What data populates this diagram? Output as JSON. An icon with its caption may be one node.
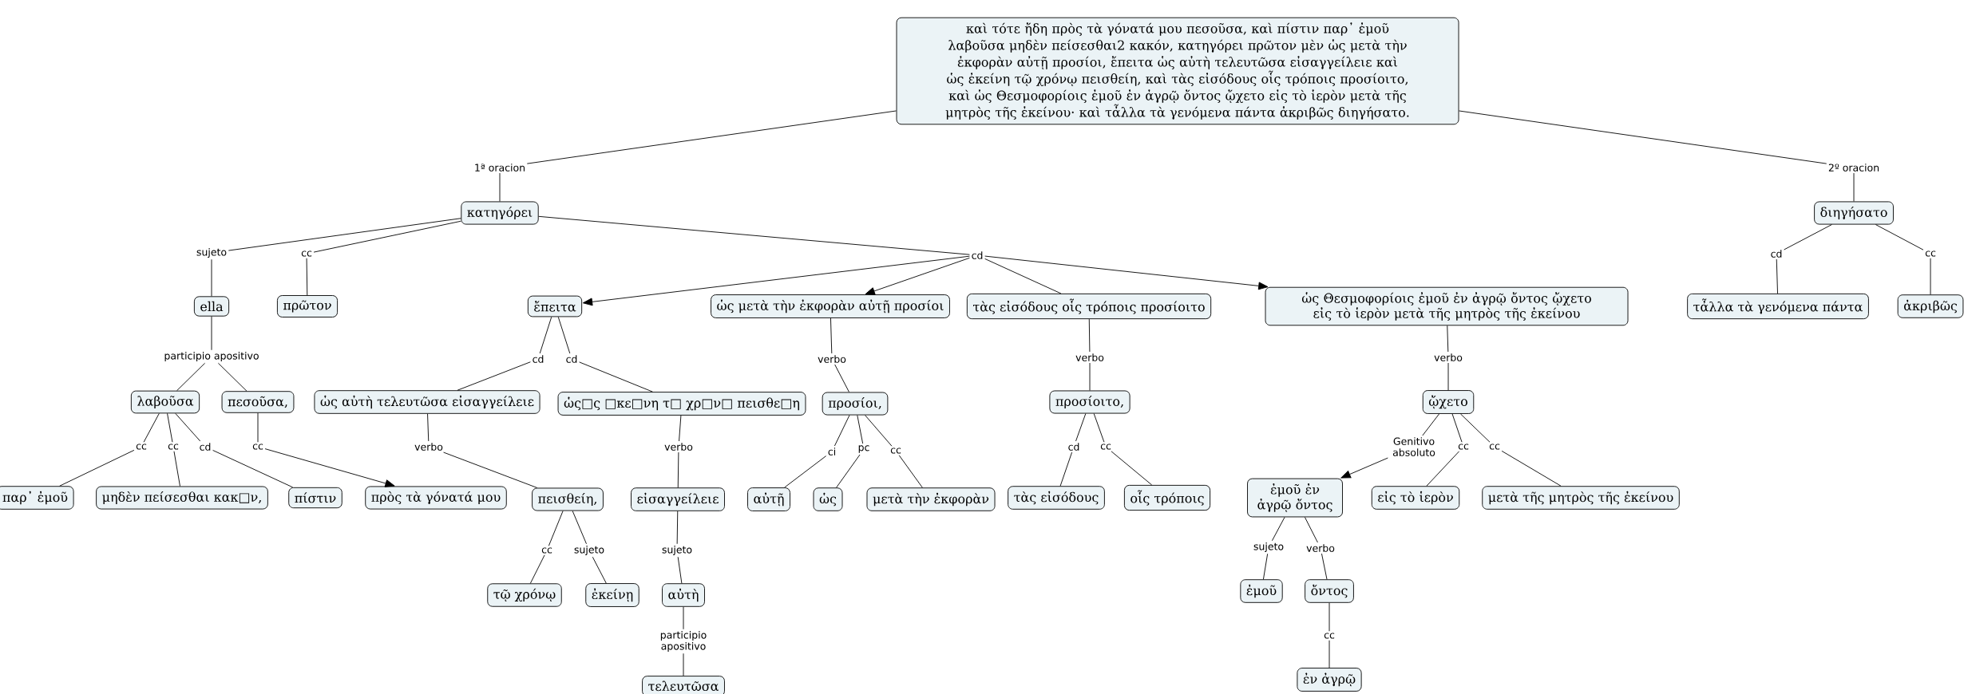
{
  "diagram": {
    "nodes": [
      {
        "text": [
          "καὶ τότε ἤδη πρὸς τὰ γόνατά μου πεσοῦσα, καὶ πίστιν παρ᾽ ἐμοῦ λαβοῦσα μηδὲν πείσεσθαι2 κακόν, κατηγόρει πρῶτον μὲν ὡς μετὰ τὴν ἐκφορὰν αὐτῇ προσίοι, ἔπειτα ὡς αὐτὴ τελευτῶσα εἰσαγγείλειε καὶ ὡς ἐκείνη τῷ χρόνῳ πεισθείη, καὶ τὰς εἰσόδους οἷς τρόποις προσίοιτο, καὶ ὡς Θεσμοφορίοις ἐμοῦ ἐν ἀγρῷ ὄντος ᾤχετο εἰς τὸ ἱερὸν μετὰ τῆς μητρὸς τῆς ἐκείνου· καὶ τἆλλα τὰ γενόμενα πάντα ἀκριβῶς διηγήσατο."
        ]
      },
      {
        "text": [
          "1ª oracion"
        ]
      },
      {
        "text": [
          "2º oracion"
        ]
      },
      {
        "text": [
          "κατηγόρει"
        ]
      },
      {
        "text": [
          "διηγήσατο"
        ]
      },
      {
        "text": [
          "sujeto"
        ]
      },
      {
        "text": [
          "cc"
        ]
      },
      {
        "text": [
          "cd"
        ]
      },
      {
        "text": [
          "cd"
        ]
      },
      {
        "text": [
          "cc"
        ]
      },
      {
        "text": [
          "ella"
        ]
      },
      {
        "text": [
          "πρῶτον"
        ]
      },
      {
        "text": [
          "ἔπειτα"
        ]
      },
      {
        "text": [
          "ὡς μετὰ τὴν ἐκφορὰν αὐτῇ προσίοι"
        ]
      },
      {
        "text": [
          "τὰς εἰσόδους οἷς τρόποις προσίοιτο"
        ]
      },
      {
        "text": [
          "ὡς Θεσμοφορίοις ἐμοῦ ἐν ἀγρῷ ὄντος ᾤχετο εἰς τὸ ἱερὸν μετὰ τῆς μητρὸς τῆς ἐκείνου"
        ]
      },
      {
        "text": [
          "τἆλλα τὰ γενόμενα πάντα"
        ]
      },
      {
        "text": [
          "ἀκριβῶς"
        ]
      },
      {
        "text": [
          "participio apositivo"
        ]
      },
      {
        "text": [
          "cd"
        ]
      },
      {
        "text": [
          "cd"
        ]
      },
      {
        "text": [
          "verbo"
        ]
      },
      {
        "text": [
          "verbo"
        ]
      },
      {
        "text": [
          "verbo"
        ]
      },
      {
        "text": [
          "λαβοῦσα"
        ]
      },
      {
        "text": [
          "πεσοῦσα,"
        ]
      },
      {
        "text": [
          "ὡς αὐτὴ τελευτῶσα εἰσαγγείλειε"
        ]
      },
      {
        "text": [
          "ὡς□ς □κε□νη τ□ χρ□ν□ πεισθε□η"
        ]
      },
      {
        "text": [
          "προσίοι,"
        ]
      },
      {
        "text": [
          "προσίοιτο,"
        ]
      },
      {
        "text": [
          "ᾤχετο"
        ]
      },
      {
        "text": [
          "cc"
        ]
      },
      {
        "text": [
          "cc"
        ]
      },
      {
        "text": [
          "cd"
        ]
      },
      {
        "text": [
          "cc"
        ]
      },
      {
        "text": [
          "verbo"
        ]
      },
      {
        "text": [
          "verbo"
        ]
      },
      {
        "text": [
          "ci"
        ]
      },
      {
        "text": [
          "pc"
        ]
      },
      {
        "text": [
          "cc"
        ]
      },
      {
        "text": [
          "cd"
        ]
      },
      {
        "text": [
          "cc"
        ]
      },
      {
        "text": [
          "Genitivo absoluto"
        ]
      },
      {
        "text": [
          "cc"
        ]
      },
      {
        "text": [
          "cc"
        ]
      },
      {
        "text": [
          "παρ᾽ ἐμοῦ"
        ]
      },
      {
        "text": [
          "μηδὲν πείσεσθαι κακ□ν,"
        ]
      },
      {
        "text": [
          "πίστιν"
        ]
      },
      {
        "text": [
          "πρὸς τὰ γόνατά μου"
        ]
      },
      {
        "text": [
          "πεισθείη,"
        ]
      },
      {
        "text": [
          "εἰσαγγείλειε"
        ]
      },
      {
        "text": [
          "αὐτῇ"
        ]
      },
      {
        "text": [
          "ὡς"
        ]
      },
      {
        "text": [
          "μετὰ τὴν ἐκφορὰν"
        ]
      },
      {
        "text": [
          "τὰς εἰσόδους"
        ]
      },
      {
        "text": [
          "οἷς τρόποις"
        ]
      },
      {
        "text": [
          "ἐμοῦ ἐν ἀγρῷ ὄντος"
        ]
      },
      {
        "text": [
          "εἰς τὸ ἱερὸν"
        ]
      },
      {
        "text": [
          "μετὰ τῆς μητρὸς τῆς ἐκείνου"
        ]
      },
      {
        "text": [
          "cc"
        ]
      },
      {
        "text": [
          "sujeto"
        ]
      },
      {
        "text": [
          "sujeto"
        ]
      },
      {
        "text": [
          "sujeto"
        ]
      },
      {
        "text": [
          "verbo"
        ]
      },
      {
        "text": [
          "τῷ χρόνῳ"
        ]
      },
      {
        "text": [
          "ἐκείνῃ"
        ]
      },
      {
        "text": [
          "αὐτὴ"
        ]
      },
      {
        "text": [
          "ἐμοῦ"
        ]
      },
      {
        "text": [
          "ὄντος"
        ]
      },
      {
        "text": [
          "participio apositivo"
        ]
      },
      {
        "text": [
          "cc"
        ]
      },
      {
        "text": [
          "τελευτῶσα"
        ]
      },
      {
        "text": [
          "ἐν ἀγρῷ"
        ]
      }
    ],
    "edges": [
      {
        "from": 0,
        "to": 1,
        "arrow": "none"
      },
      {
        "from": 0,
        "to": 2,
        "arrow": "none"
      },
      {
        "from": 1,
        "to": 3,
        "arrow": "none"
      },
      {
        "from": 2,
        "to": 4,
        "arrow": "none"
      },
      {
        "from": 3,
        "to": 5,
        "arrow": "none"
      },
      {
        "from": 3,
        "to": 6,
        "arrow": "none"
      },
      {
        "from": 3,
        "to": 7,
        "arrow": "none"
      },
      {
        "from": 5,
        "to": 10,
        "arrow": "none"
      },
      {
        "from": 6,
        "to": 11,
        "arrow": "none"
      },
      {
        "from": 7,
        "to": 12,
        "arrow": "to"
      },
      {
        "from": 7,
        "to": 13,
        "arrow": "to"
      },
      {
        "from": 7,
        "to": 14,
        "arrow": "none"
      },
      {
        "from": 7,
        "to": 15,
        "arrow": "to"
      },
      {
        "from": 4,
        "to": 8,
        "arrow": "none"
      },
      {
        "from": 4,
        "to": 9,
        "arrow": "none"
      },
      {
        "from": 8,
        "to": 16,
        "arrow": "none"
      },
      {
        "from": 9,
        "to": 17,
        "arrow": "none"
      },
      {
        "from": 10,
        "to": 18,
        "arrow": "none"
      },
      {
        "from": 18,
        "to": 24,
        "arrow": "none"
      },
      {
        "from": 18,
        "to": 25,
        "arrow": "none"
      },
      {
        "from": 12,
        "to": 19,
        "arrow": "none"
      },
      {
        "from": 12,
        "to": 20,
        "arrow": "none"
      },
      {
        "from": 19,
        "to": 26,
        "arrow": "none"
      },
      {
        "from": 20,
        "to": 27,
        "arrow": "none"
      },
      {
        "from": 13,
        "to": 21,
        "arrow": "none"
      },
      {
        "from": 21,
        "to": 28,
        "arrow": "none"
      },
      {
        "from": 14,
        "to": 22,
        "arrow": "none"
      },
      {
        "from": 22,
        "to": 29,
        "arrow": "none"
      },
      {
        "from": 15,
        "to": 23,
        "arrow": "none"
      },
      {
        "from": 23,
        "to": 30,
        "arrow": "none"
      },
      {
        "from": 24,
        "to": 31,
        "arrow": "none"
      },
      {
        "from": 24,
        "to": 32,
        "arrow": "none"
      },
      {
        "from": 24,
        "to": 33,
        "arrow": "none"
      },
      {
        "from": 31,
        "to": 45,
        "arrow": "none"
      },
      {
        "from": 32,
        "to": 46,
        "arrow": "none"
      },
      {
        "from": 33,
        "to": 47,
        "arrow": "none"
      },
      {
        "from": 25,
        "to": 34,
        "arrow": "none"
      },
      {
        "from": 34,
        "to": 48,
        "arrow": "to"
      },
      {
        "from": 26,
        "to": 35,
        "arrow": "none"
      },
      {
        "from": 35,
        "to": 49,
        "arrow": "none"
      },
      {
        "from": 27,
        "to": 36,
        "arrow": "none"
      },
      {
        "from": 36,
        "to": 50,
        "arrow": "none"
      },
      {
        "from": 28,
        "to": 37,
        "arrow": "none"
      },
      {
        "from": 28,
        "to": 38,
        "arrow": "none"
      },
      {
        "from": 28,
        "to": 39,
        "arrow": "none"
      },
      {
        "from": 37,
        "to": 51,
        "arrow": "none"
      },
      {
        "from": 38,
        "to": 52,
        "arrow": "none"
      },
      {
        "from": 39,
        "to": 53,
        "arrow": "none"
      },
      {
        "from": 29,
        "to": 40,
        "arrow": "none"
      },
      {
        "from": 29,
        "to": 41,
        "arrow": "none"
      },
      {
        "from": 40,
        "to": 54,
        "arrow": "none"
      },
      {
        "from": 41,
        "to": 55,
        "arrow": "none"
      },
      {
        "from": 30,
        "to": 42,
        "arrow": "none"
      },
      {
        "from": 30,
        "to": 43,
        "arrow": "none"
      },
      {
        "from": 30,
        "to": 44,
        "arrow": "none"
      },
      {
        "from": 42,
        "to": 56,
        "arrow": "to"
      },
      {
        "from": 43,
        "to": 57,
        "arrow": "none"
      },
      {
        "from": 44,
        "to": 58,
        "arrow": "none"
      },
      {
        "from": 49,
        "to": 59,
        "arrow": "none"
      },
      {
        "from": 49,
        "to": 60,
        "arrow": "none"
      },
      {
        "from": 59,
        "to": 64,
        "arrow": "none"
      },
      {
        "from": 60,
        "to": 65,
        "arrow": "none"
      },
      {
        "from": 50,
        "to": 61,
        "arrow": "none"
      },
      {
        "from": 61,
        "to": 66,
        "arrow": "none"
      },
      {
        "from": 66,
        "to": 69,
        "arrow": "none"
      },
      {
        "from": 69,
        "to": 71,
        "arrow": "none"
      },
      {
        "from": 56,
        "to": 62,
        "arrow": "none"
      },
      {
        "from": 56,
        "to": 63,
        "arrow": "none"
      },
      {
        "from": 62,
        "to": 67,
        "arrow": "none"
      },
      {
        "from": 63,
        "to": 68,
        "arrow": "none"
      },
      {
        "from": 68,
        "to": 70,
        "arrow": "none"
      },
      {
        "from": 70,
        "to": 72,
        "arrow": "none"
      }
    ]
  }
}
